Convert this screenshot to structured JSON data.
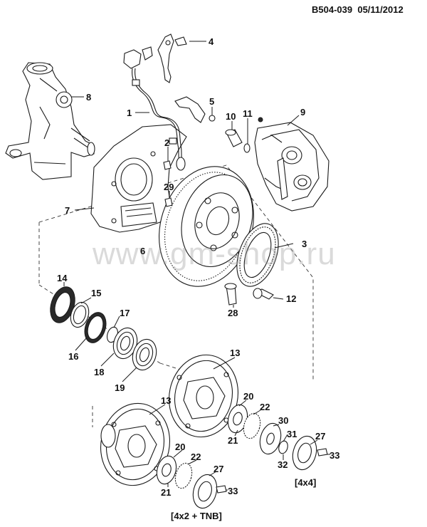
{
  "header": {
    "code": "B504-039",
    "date": "05/11/2012"
  },
  "watermark": "www.gm-shop.ru",
  "variant_tags": {
    "four_by_four": "[4x4]",
    "four_by_two": "[4x2 + TNB]"
  },
  "labels": {
    "l1": "1",
    "l2": "2",
    "l3": "3",
    "l4": "4",
    "l5": "5",
    "l6": "6",
    "l7": "7",
    "l8": "8",
    "l9": "9",
    "l10": "10",
    "l11": "11",
    "l12": "12",
    "l13a": "13",
    "l13b": "13",
    "l14": "14",
    "l15": "15",
    "l16": "16",
    "l17": "17",
    "l18": "18",
    "l19": "19",
    "l20a": "20",
    "l20b": "20",
    "l21a": "21",
    "l21b": "21",
    "l22a": "22",
    "l22b": "22",
    "l27a": "27",
    "l27b": "27",
    "l28": "28",
    "l29": "29",
    "l30": "30",
    "l31": "31",
    "l32": "32",
    "l33a": "33",
    "l33b": "33"
  }
}
